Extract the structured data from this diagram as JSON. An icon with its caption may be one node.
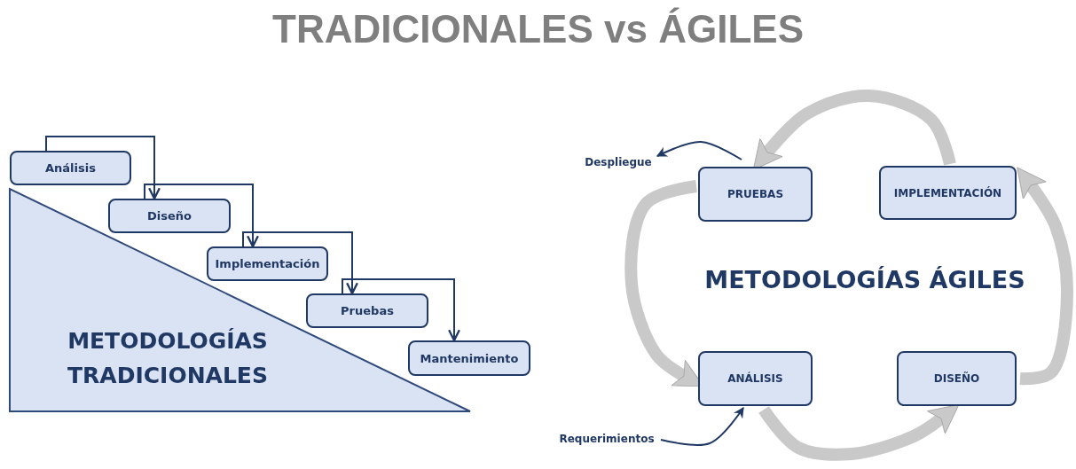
{
  "diagram": {
    "title": "TRADICIONALES vs ÁGILES",
    "nodes": [
      {
        "text": [
          "Análisis"
        ]
      },
      {
        "text": [
          "Diseño"
        ]
      },
      {
        "text": [
          "Implementación"
        ]
      },
      {
        "text": [
          "Pruebas"
        ]
      },
      {
        "text": [
          "Mantenimiento"
        ]
      },
      {
        "text": [
          "METODOLOGÍAS TRADICIONALES"
        ]
      },
      {
        "text": [
          "PRUEBAS"
        ]
      },
      {
        "text": [
          "IMPLEMENTACIÓN"
        ]
      },
      {
        "text": [
          "ANÁLISIS"
        ]
      },
      {
        "text": [
          "DISEÑO"
        ]
      },
      {
        "text": [
          "Despliegue"
        ]
      },
      {
        "text": [
          "Requerimientos"
        ]
      }
    ],
    "edges": [
      {
        "from": 0,
        "to": 1,
        "arrow": "to"
      },
      {
        "from": 1,
        "to": 2,
        "arrow": "to"
      },
      {
        "from": 2,
        "to": 3,
        "arrow": "to"
      },
      {
        "from": 3,
        "to": 4,
        "arrow": "to"
      },
      {
        "from": 6,
        "to": 8,
        "arrow": "to",
        "style": "thick",
        "color": "#c9c9c9"
      },
      {
        "from": 8,
        "to": 9,
        "arrow": "to",
        "style": "thick",
        "color": "#c9c9c9"
      },
      {
        "from": 9,
        "to": 7,
        "arrow": "to",
        "style": "thick",
        "color": "#c9c9c9"
      },
      {
        "from": 7,
        "to": 6,
        "arrow": "to",
        "style": "thick",
        "color": "#c9c9c9"
      },
      {
        "from": 6,
        "to": 10,
        "arrow": "to"
      },
      {
        "from": 11,
        "to": 8,
        "arrow": "to"
      }
    ],
    "labels": [
      "METODOLOGÍAS ÁGILES"
    ]
  }
}
